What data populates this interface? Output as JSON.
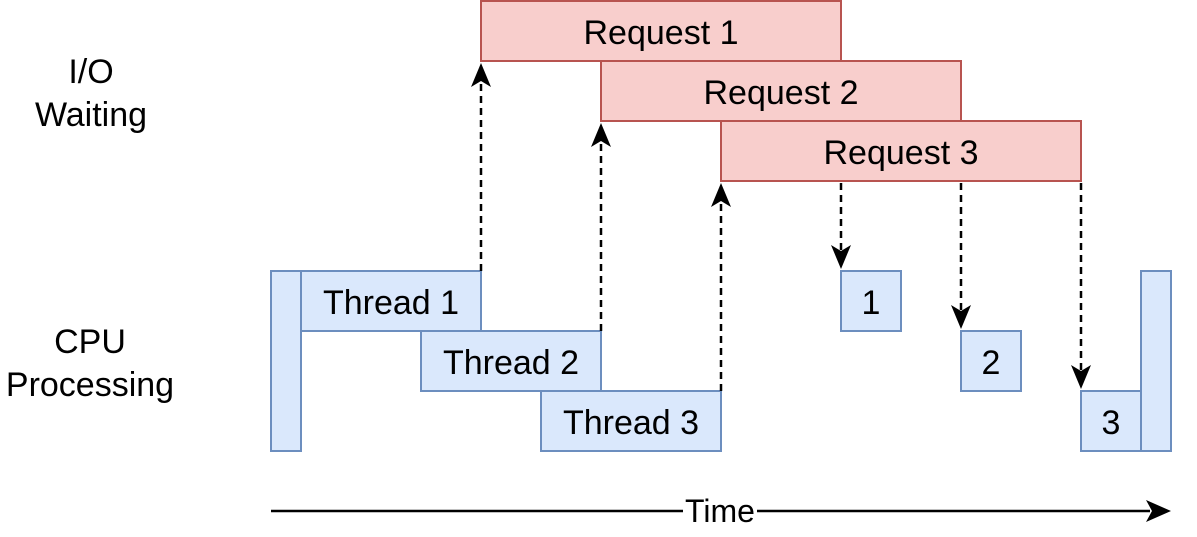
{
  "labels": {
    "io_line1": "I/O",
    "io_line2": "Waiting",
    "cpu_line1": "CPU",
    "cpu_line2": "Processing",
    "time": "Time"
  },
  "requests": [
    {
      "label": "Request 1"
    },
    {
      "label": "Request 2"
    },
    {
      "label": "Request 3"
    }
  ],
  "threads": [
    {
      "label": "Thread 1"
    },
    {
      "label": "Thread 2"
    },
    {
      "label": "Thread 3"
    }
  ],
  "callbacks": [
    {
      "label": "1"
    },
    {
      "label": "2"
    },
    {
      "label": "3"
    }
  ],
  "colors": {
    "request_fill": "#f8cecc",
    "request_stroke": "#b85450",
    "thread_fill": "#dae8fc",
    "thread_stroke": "#6c8ebf",
    "arrow": "#000000"
  }
}
